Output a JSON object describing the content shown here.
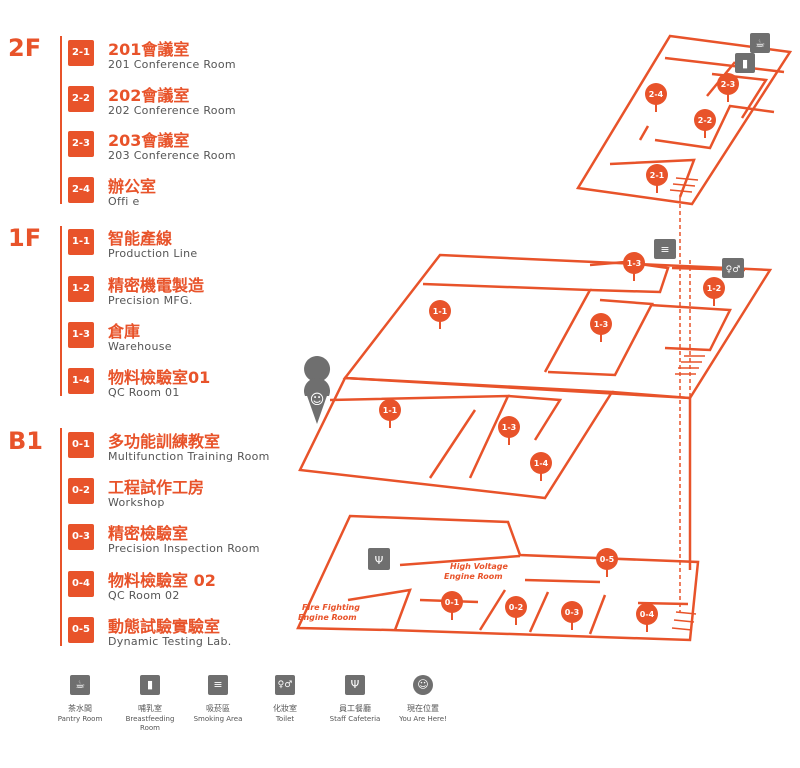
{
  "colors": {
    "accent": "#e8532a",
    "icon_gray": "#6f6f6f",
    "text": "#555555"
  },
  "floors": [
    {
      "label": "2F",
      "rooms": [
        {
          "code": "2-1",
          "zh": "201會議室",
          "en": "201 Conference Room"
        },
        {
          "code": "2-2",
          "zh": "202會議室",
          "en": "202 Conference Room"
        },
        {
          "code": "2-3",
          "zh": "203會議室",
          "en": "203 Conference Room"
        },
        {
          "code": "2-4",
          "zh": "辦公室",
          "en": "Offi  e"
        }
      ]
    },
    {
      "label": "1F",
      "rooms": [
        {
          "code": "1-1",
          "zh": "智能產線",
          "en": "Production Line"
        },
        {
          "code": "1-2",
          "zh": "精密機電製造",
          "en": "Precision MFG."
        },
        {
          "code": "1-3",
          "zh": "倉庫",
          "en": "Warehouse"
        },
        {
          "code": "1-4",
          "zh": "物料檢驗室01",
          "en": "QC Room 01"
        }
      ]
    },
    {
      "label": "B1",
      "rooms": [
        {
          "code": "0-1",
          "zh": "多功能訓練教室",
          "en": "Multifunction Training Room"
        },
        {
          "code": "0-2",
          "zh": "工程試作工房",
          "en": "Workshop"
        },
        {
          "code": "0-3",
          "zh": "精密檢驗室",
          "en": "Precision Inspection Room"
        },
        {
          "code": "0-4",
          "zh": "物料檢驗室 02",
          "en": "QC Room 02"
        },
        {
          "code": "0-5",
          "zh": "動態試驗實驗室",
          "en": "Dynamic Testing Lab."
        }
      ]
    }
  ],
  "map_labels": {
    "high_voltage_1": "High Voltage",
    "high_voltage_2": "Engine Room",
    "fire_fighting_1": "Fire Fighting",
    "fire_fighting_2": "Engine Room"
  },
  "legend": [
    {
      "icon": "pantry-icon",
      "glyph": "☕",
      "zh": "茶水間",
      "en": "Pantry Room"
    },
    {
      "icon": "breastfeeding-icon",
      "glyph": "▮",
      "zh": "哺乳室",
      "en": "Breastfeeding Room"
    },
    {
      "icon": "smoking-icon",
      "glyph": "≡",
      "zh": "吸菸區",
      "en": "Smoking Area"
    },
    {
      "icon": "toilet-icon",
      "glyph": "♀♂",
      "zh": "化妝室",
      "en": "Toilet"
    },
    {
      "icon": "cafeteria-icon",
      "glyph": "Ψ",
      "zh": "員工餐廳",
      "en": "Staff Cafeteria"
    },
    {
      "icon": "you-are-here-icon",
      "glyph": "☺",
      "zh": "現在位置",
      "en": "You Are Here!"
    }
  ]
}
